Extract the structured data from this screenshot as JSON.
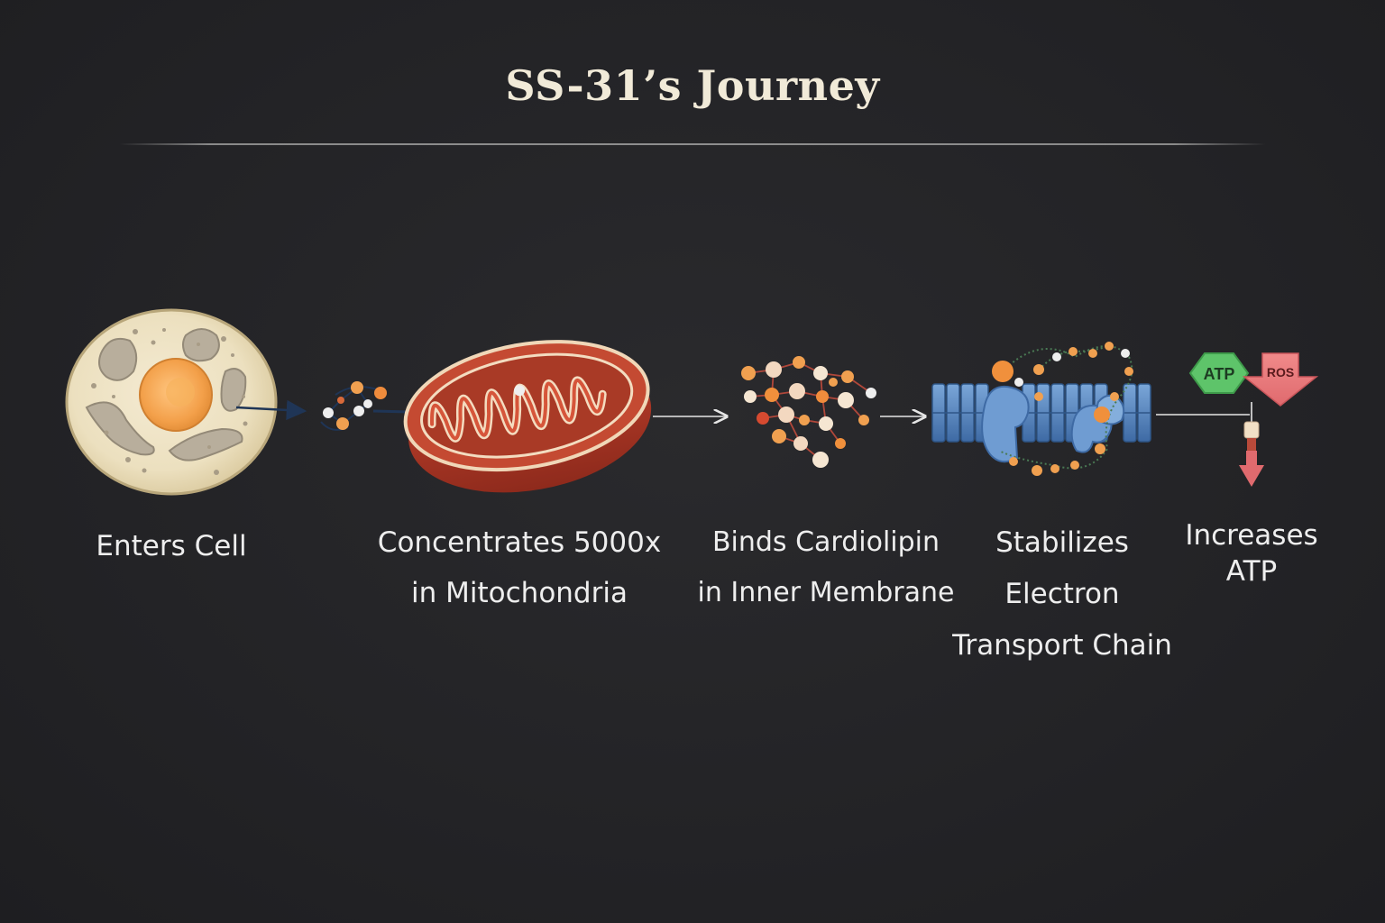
{
  "title": "SS-31’s Journey",
  "steps": [
    {
      "id": "enter",
      "lines": [
        "Enters Cell"
      ]
    },
    {
      "id": "concentrate",
      "lines": [
        "Concentrates 5000x",
        "in Mitochondria"
      ]
    },
    {
      "id": "bind",
      "lines": [
        "Binds Cardiolipin",
        "in Inner Membrane"
      ]
    },
    {
      "id": "stabilize",
      "lines": [
        "Stabilizes",
        "Electron",
        "Transport Chain"
      ]
    },
    {
      "id": "increase",
      "lines": [
        "Increases",
        "ATP"
      ]
    }
  ],
  "badges": {
    "atp": "ATP",
    "ros": "ROS"
  },
  "colors": {
    "background": "#232326",
    "title": "#f1ead8",
    "label": "#eeeeee",
    "mitochondria": "#b8402c",
    "membrane_protein": "#4f7fb8",
    "molecule_orange": "#f0a050",
    "atp_badge": "#5ec46a",
    "ros_arrow": "#e8787a"
  },
  "icons": [
    "cell-icon",
    "molecule-icon",
    "mitochondria-icon",
    "cardiolipin-cluster-icon",
    "membrane-protein-icon",
    "atp-hexagon-icon",
    "ros-down-arrow-icon",
    "atp-increase-icon"
  ]
}
